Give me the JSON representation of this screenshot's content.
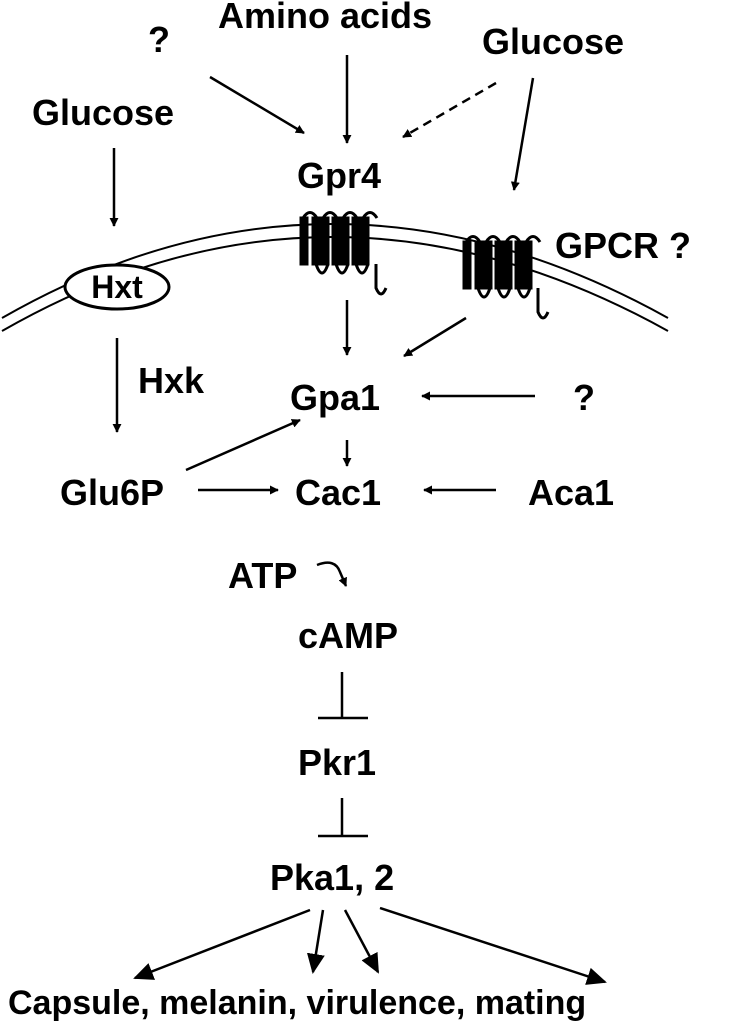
{
  "diagram": {
    "nodes": {
      "q_left": "?",
      "amino_acids": "Amino acids",
      "glucose_right": "Glucose",
      "glucose_left": "Glucose",
      "gpr4": "Gpr4",
      "gpcr_q": "GPCR ?",
      "hxt": "Hxt",
      "hxk": "Hxk",
      "gpa1": "Gpa1",
      "q_right": "?",
      "glu6p": "Glu6P",
      "cac1": "Cac1",
      "aca1": "Aca1",
      "atp": "ATP",
      "camp": "cAMP",
      "pkr1": "Pkr1",
      "pka12": "Pka1, 2",
      "outputs": "Capsule, melanin, virulence, mating"
    },
    "edges": [
      {
        "from": "?",
        "to": "Gpr4",
        "type": "activation"
      },
      {
        "from": "Amino acids",
        "to": "Gpr4",
        "type": "activation"
      },
      {
        "from": "Glucose",
        "to": "Gpr4",
        "type": "dashed activation"
      },
      {
        "from": "Glucose",
        "to": "GPCR ?",
        "type": "activation"
      },
      {
        "from": "Glucose",
        "to": "Hxt",
        "type": "activation"
      },
      {
        "from": "Gpr4",
        "to": "Gpa1",
        "type": "activation"
      },
      {
        "from": "GPCR ?",
        "to": "Gpa1",
        "type": "activation"
      },
      {
        "from": "Hxt",
        "to": "Glu6P",
        "type": "activation",
        "label": "Hxk"
      },
      {
        "from": "?",
        "to": "Gpa1",
        "type": "activation"
      },
      {
        "from": "Glu6P",
        "to": "Gpa1",
        "type": "activation"
      },
      {
        "from": "Gpa1",
        "to": "Cac1",
        "type": "activation"
      },
      {
        "from": "Glu6P",
        "to": "Cac1",
        "type": "activation"
      },
      {
        "from": "Aca1",
        "to": "Cac1",
        "type": "activation"
      },
      {
        "from": "ATP",
        "to": "cAMP",
        "type": "conversion"
      },
      {
        "from": "cAMP",
        "to": "Pkr1",
        "type": "inhibition"
      },
      {
        "from": "Pkr1",
        "to": "Pka1, 2",
        "type": "inhibition"
      },
      {
        "from": "Pka1, 2",
        "to": "Capsule, melanin, virulence, mating",
        "type": "activation"
      }
    ]
  }
}
